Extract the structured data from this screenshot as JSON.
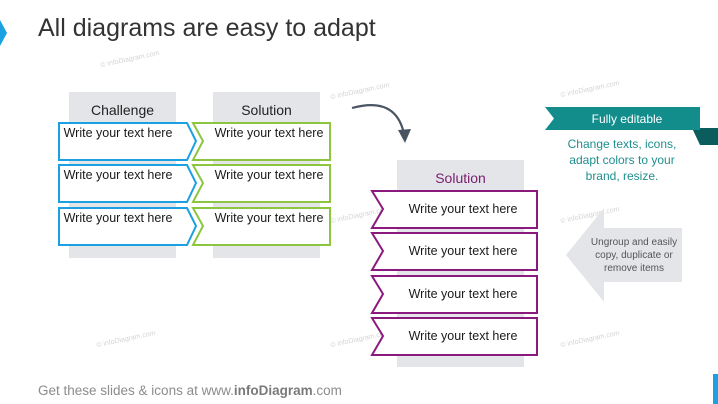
{
  "title": "All diagrams are easy to adapt",
  "left_table": {
    "challenge_header": "Challenge",
    "solution_header": "Solution",
    "challenge_cells": [
      "Write your text here",
      "Write your text here",
      "Write your text here"
    ],
    "solution_cells": [
      "Write your text here",
      "Write your text here",
      "Write your text here"
    ]
  },
  "right_table": {
    "header": "Solution",
    "cells": [
      "Write your text here",
      "Write your text here",
      "Write your text here",
      "Write your text here"
    ]
  },
  "ribbon": {
    "label": "Fully editable",
    "description": "Change texts, icons, adapt colors to your brand, resize."
  },
  "gray_arrow": {
    "text": "Ungroup and easily copy, duplicate or remove items"
  },
  "footer": {
    "prefix": "Get these slides & icons at www.",
    "brand": "infoDiagram",
    "suffix": ".com"
  },
  "watermark": "© infoDiagram.com",
  "colors": {
    "challenge": "#1ba1e2",
    "solution": "#8cc63f",
    "solution_right": "#8b1a7e",
    "teal": "#138c8c",
    "teal_dark": "#0b5c5c",
    "column_bg": "#e3e5e8",
    "gray_arrow": "#e3e5e8"
  },
  "icons": {
    "curved_arrow": "curved-arrow-icon"
  }
}
